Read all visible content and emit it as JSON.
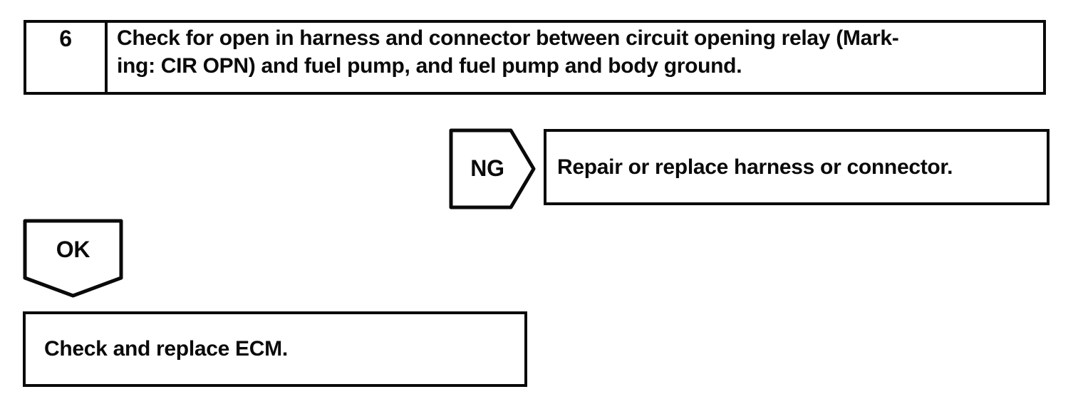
{
  "flowchart": {
    "step": {
      "number": "6",
      "instruction_line1": "Check for open in harness and connector between circuit opening relay (Mark-",
      "instruction_line2": "ing: CIR OPN) and fuel pump, and fuel pump and body ground."
    },
    "ng_branch": {
      "label": "NG",
      "action": "Repair or replace harness or connector."
    },
    "ok_branch": {
      "label": "OK",
      "action": "Check and replace ECM."
    },
    "colors": {
      "ink": "#0a0a0a",
      "paper": "#ffffff"
    }
  }
}
